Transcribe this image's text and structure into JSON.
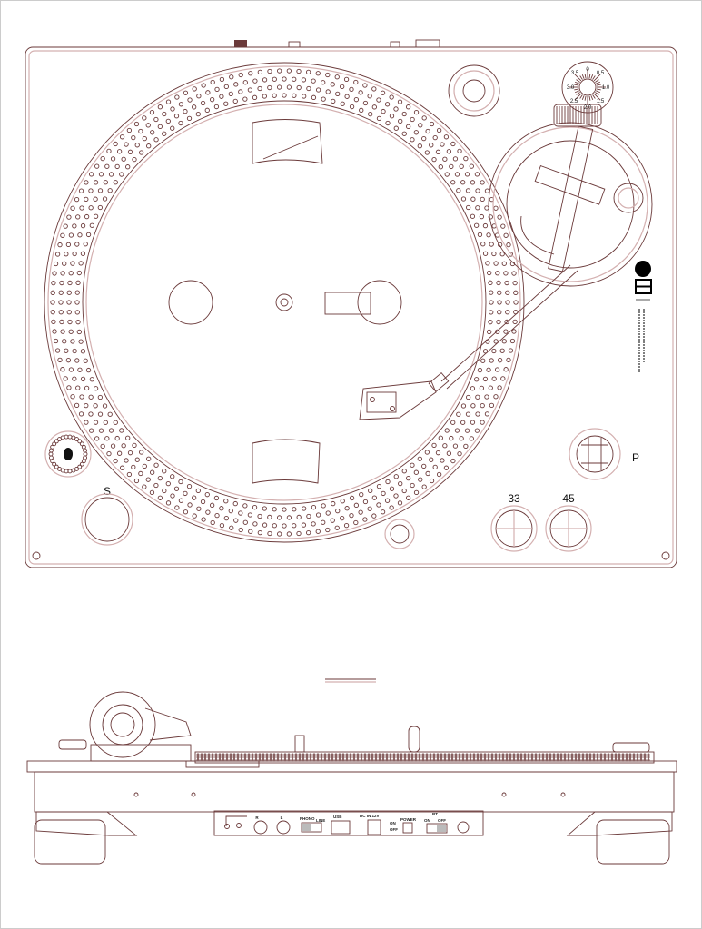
{
  "top_view": {
    "speed_33_label": "33",
    "speed_45_label": "45",
    "start_button_label": "S",
    "pitch_button_label": "P",
    "antiskate_dial_labels": [
      "0",
      "0.5",
      "1.0",
      "1.5",
      "2.0",
      "2.5",
      "3.0",
      "3.5"
    ]
  },
  "rear_panel": {
    "right_label": "R",
    "left_label": "L",
    "phono_label": "PHONO",
    "line_label": "LINE",
    "usb_label": "USB",
    "dc_in_label": "DC IN 12V",
    "power_label": "POWER",
    "power_on_label": "ON",
    "power_off_label": "OFF",
    "bt_label": "BT",
    "bt_on_label": "ON",
    "bt_off_label": "OFF"
  },
  "colors": {
    "line": "#6b3a3a",
    "light_line": "#d4b0b0"
  }
}
